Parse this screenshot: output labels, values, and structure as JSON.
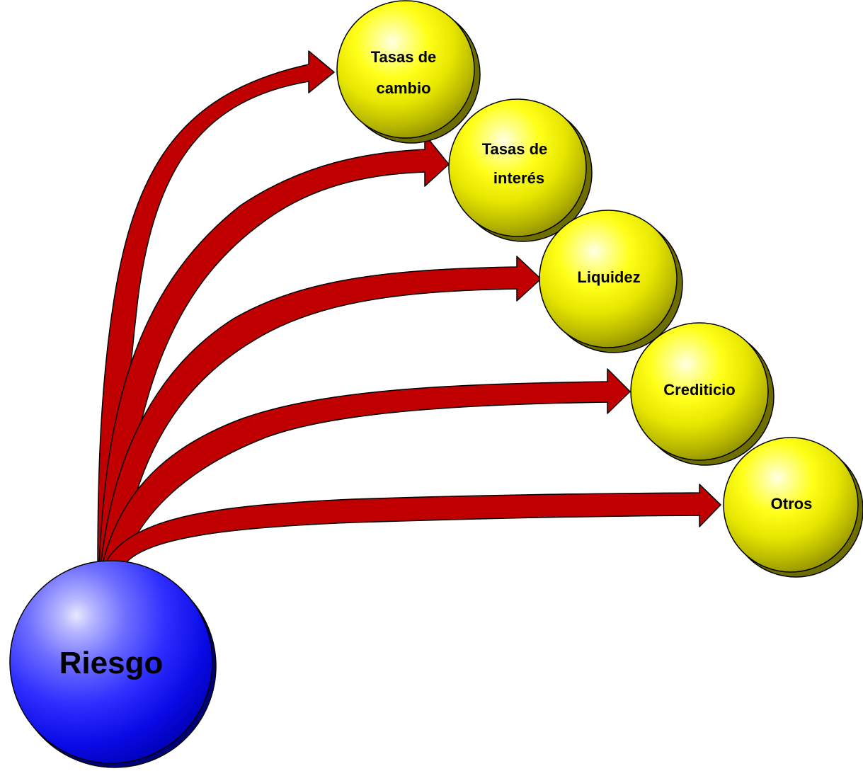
{
  "colors": {
    "arrow_fill": "#c00000",
    "arrow_stroke": "#000000",
    "root_sphere": "#0000ff",
    "leaf_sphere": "#ffff00",
    "leaf_shadow": "#6e6e00",
    "root_shadow": "#00007a"
  },
  "root": {
    "label": "Riesgo"
  },
  "leaves": [
    {
      "line1": "Tasas de",
      "line2": "cambio"
    },
    {
      "line1": "Tasas de",
      "line2": "interés"
    },
    {
      "line1": "Liquidez",
      "line2": ""
    },
    {
      "line1": "Crediticio",
      "line2": ""
    },
    {
      "line1": "Otros",
      "line2": ""
    }
  ]
}
